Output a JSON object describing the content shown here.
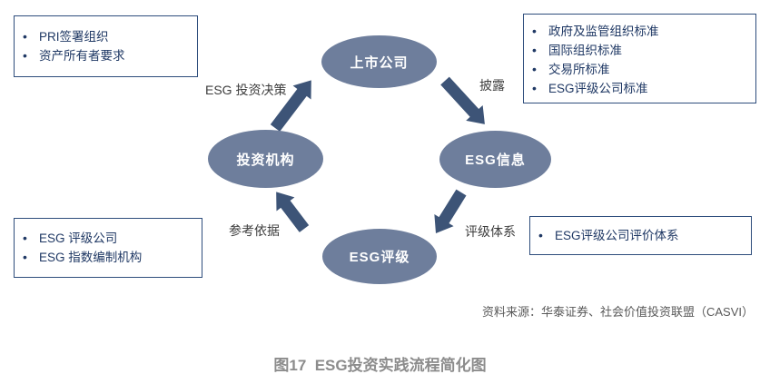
{
  "figure": {
    "caption": "图17  ESG投资实践流程简化图",
    "source": "资料来源：华泰证券、社会价值投资联盟（CASVI）"
  },
  "boxes": {
    "top_left": {
      "items": [
        "PRI签署组织",
        "资产所有者要求"
      ]
    },
    "top_right": {
      "items": [
        "政府及监管组织标准",
        "国际组织标准",
        "交易所标准",
        "ESG评级公司标准"
      ]
    },
    "bottom_left": {
      "items": [
        "ESG 评级公司",
        "ESG 指数编制机构"
      ]
    },
    "right": {
      "items": [
        "ESG评级公司评价体系"
      ]
    }
  },
  "cycle": {
    "nodes": [
      {
        "id": "listed-company",
        "label": "上市公司"
      },
      {
        "id": "esg-info",
        "label": "ESG信息"
      },
      {
        "id": "esg-rating",
        "label": "ESG评级"
      },
      {
        "id": "investment-institution",
        "label": "投资机构"
      }
    ],
    "edges": [
      {
        "from": "投资机构",
        "to": "上市公司",
        "label": "ESG 投资决策"
      },
      {
        "from": "上市公司",
        "to": "ESG信息",
        "label": "披露"
      },
      {
        "from": "ESG信息",
        "to": "ESG评级",
        "label": "评级体系"
      },
      {
        "from": "ESG评级",
        "to": "投资机构",
        "label": "参考依据"
      }
    ]
  },
  "colors": {
    "node_fill": "#6e7e9c",
    "arrow": "#3d5477",
    "box_border": "#2e4d7c",
    "box_text": "#1f3864",
    "edge_label_text": "#3d3d3d",
    "source_text": "#595959",
    "caption_text": "#8c8c8c"
  }
}
